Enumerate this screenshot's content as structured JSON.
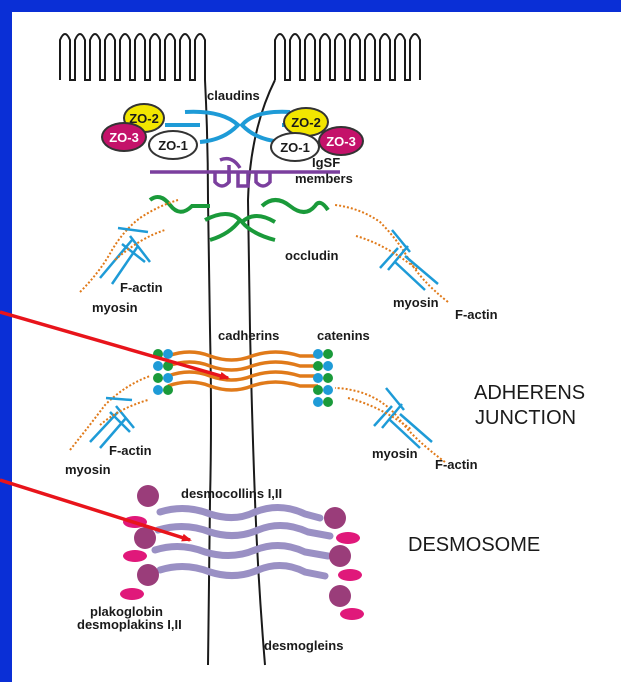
{
  "colors": {
    "slide_background": "#0a2fd6",
    "panel": "#ffffff",
    "arrow": "#e8141b",
    "claudin": "#1e9bd7",
    "occludin": "#1a9a3a",
    "igsf": "#7b3f9e",
    "cadherin": "#e07a1a",
    "desmosome_strands": "#9a90c4",
    "plakoglobin": "#9a3d7a",
    "desmoplakin": "#e0187a",
    "zo2": "#f2e600",
    "zo3": "#c4126a"
  },
  "labels": {
    "claudins": "claudins",
    "zo2": "ZO-2",
    "zo3": "ZO-3",
    "zo1": "ZO-1",
    "igsf": "IgSF",
    "members": "members",
    "occludin": "occludin",
    "factin": "F-actin",
    "myosin": "myosin",
    "cadherins": "cadherins",
    "catenins": "catenins",
    "desmocollins": "desmocollins I,II",
    "plakoglobin": "plakoglobin",
    "desmoplakins": "desmoplakins I,II",
    "desmogleins": "desmogleins"
  },
  "titles": {
    "adherens_line1": "ADHERENS",
    "adherens_line2": "JUNCTION",
    "desmosome": "DESMOSOME"
  }
}
